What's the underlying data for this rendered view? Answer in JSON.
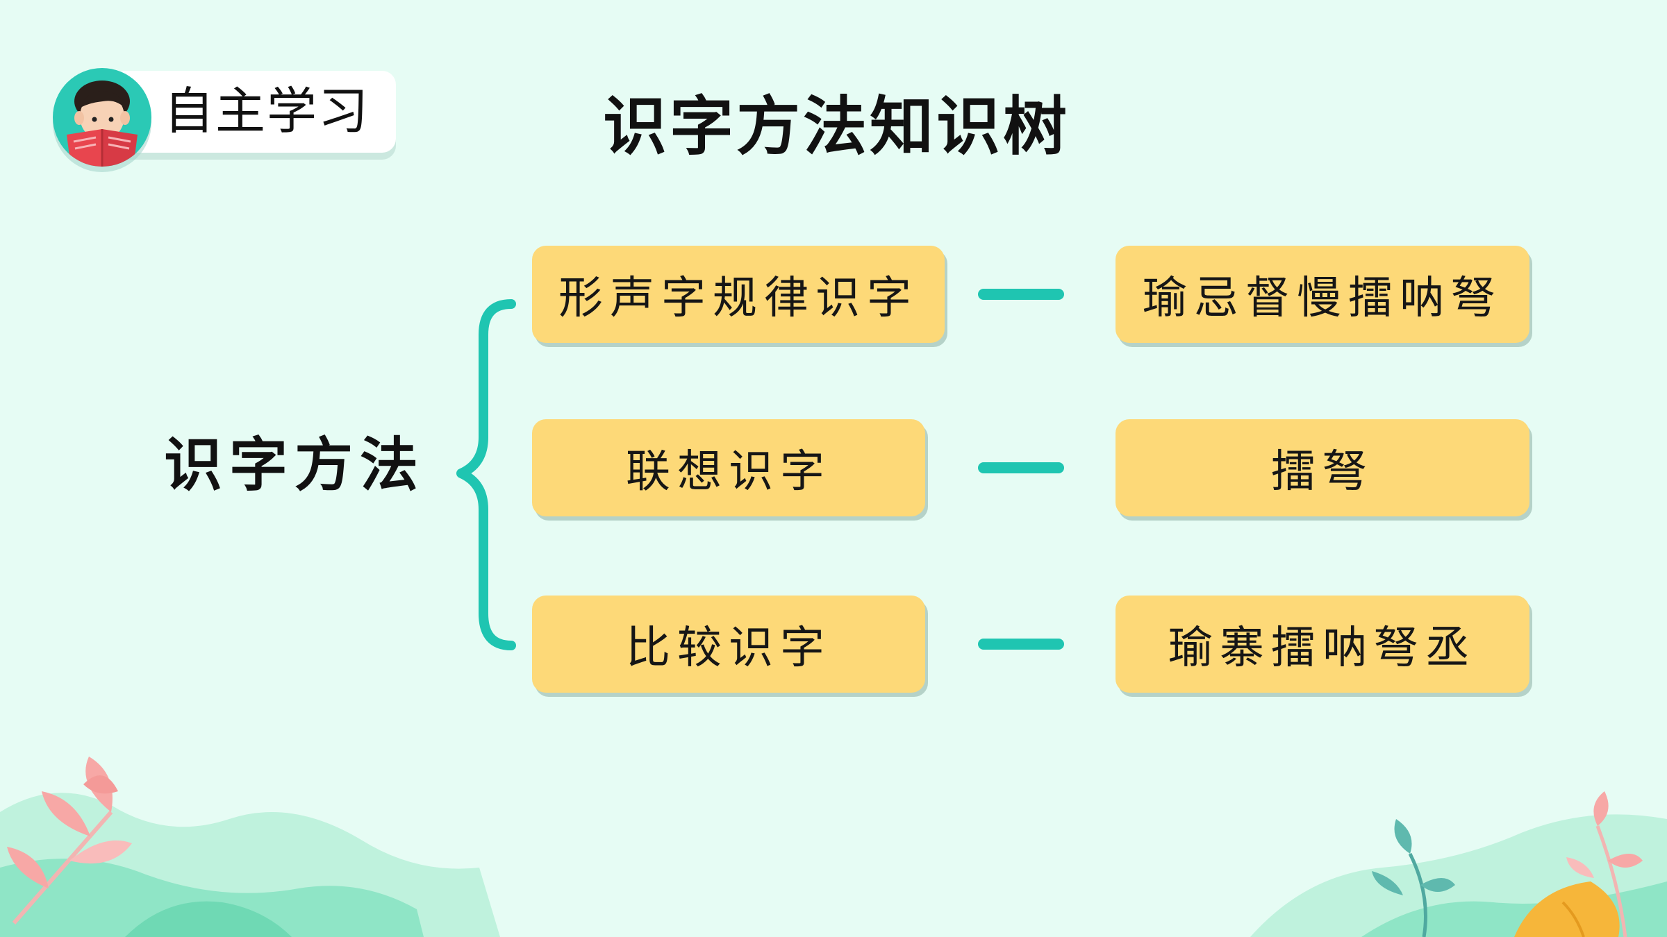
{
  "header": {
    "badge_label": "自主学习",
    "title": "识字方法知识树"
  },
  "mindmap": {
    "root": "识字方法",
    "branches": [
      {
        "method": "形声字规律识字",
        "characters": "瑜忌督慢擂呐弩"
      },
      {
        "method": "联想识字",
        "characters": "擂弩"
      },
      {
        "method": "比较识字",
        "characters": "瑜寨擂呐弩丞"
      }
    ]
  },
  "colors": {
    "background": "#e6fcf4",
    "box_fill": "#fdd978",
    "accent_teal": "#1fc5b1",
    "badge_bg": "#ffffff",
    "hill_light": "#bff2dd",
    "hill_mid": "#8fe5c6",
    "leaf_pink": "#f7a8a6",
    "leaf_orange": "#f6b63a"
  },
  "icons": {
    "avatar": "boy-reading-book-icon",
    "brace": "curly-brace-icon",
    "decor_left": "pink-leaf-sprig-icon",
    "decor_right": "orange-leaf-icon"
  }
}
